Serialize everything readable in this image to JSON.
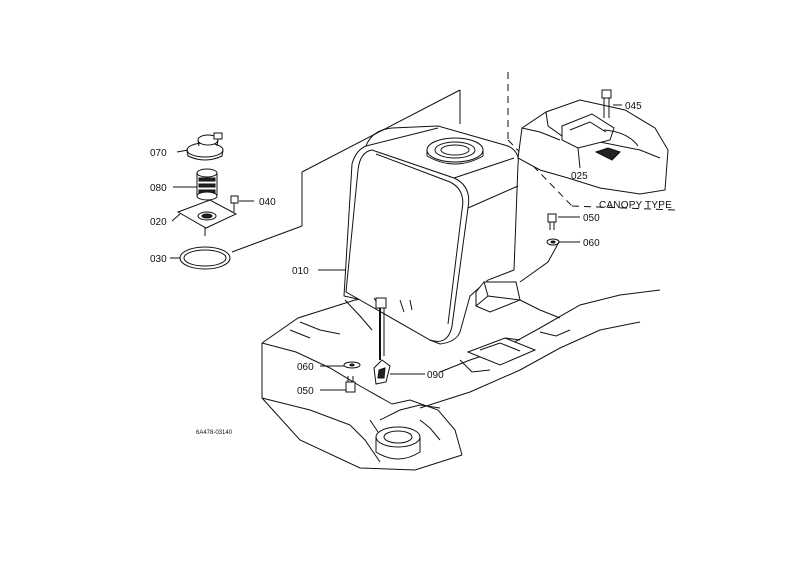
{
  "parts": [
    {
      "id": "p010",
      "label": "010"
    },
    {
      "id": "p020",
      "label": "020"
    },
    {
      "id": "p025",
      "label": "025"
    },
    {
      "id": "p030",
      "label": "030"
    },
    {
      "id": "p040",
      "label": "040"
    },
    {
      "id": "p045",
      "label": "045"
    },
    {
      "id": "p050a",
      "label": "050"
    },
    {
      "id": "p050b",
      "label": "050"
    },
    {
      "id": "p060a",
      "label": "060"
    },
    {
      "id": "p060b",
      "label": "060"
    },
    {
      "id": "p070",
      "label": "070"
    },
    {
      "id": "p080",
      "label": "080"
    },
    {
      "id": "p090",
      "label": "090"
    }
  ],
  "canopy_note": "CANOPY TYPE",
  "drawing_code": "6A478-03140"
}
